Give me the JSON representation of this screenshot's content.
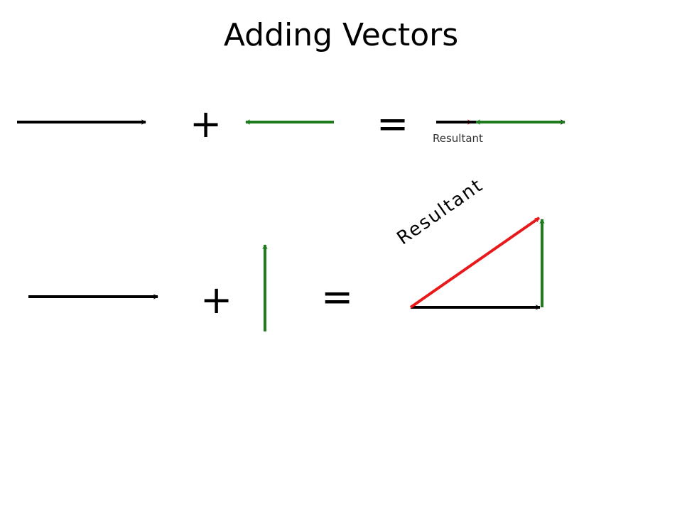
{
  "slide": {
    "title": "Adding Vectors"
  },
  "row1": {
    "plus": "+",
    "equals": "=",
    "resultant_label": "Resultant"
  },
  "row2": {
    "plus": "+",
    "equals": "=",
    "resultant_label": "Resultant"
  },
  "colors": {
    "vector_a": "#000000",
    "vector_b": "#1e7b1e",
    "resultant": "#e8191b"
  }
}
